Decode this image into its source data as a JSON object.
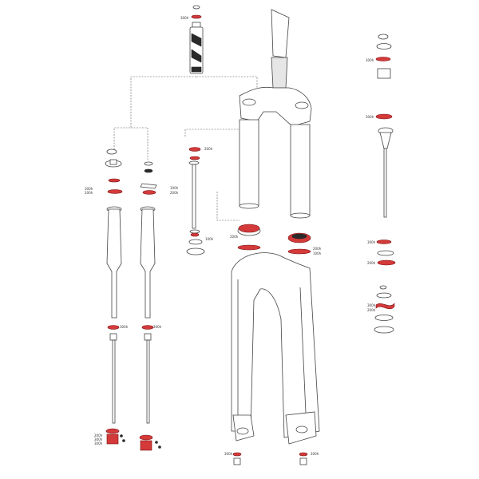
{
  "colors": {
    "seal_red": "#d43a3a",
    "outline": "#444444",
    "background": "#ffffff"
  },
  "labels": {
    "l01": "300h",
    "l02": "300h",
    "l03": "300h",
    "l04": "200h",
    "l05": "300h",
    "l06": "200h",
    "l07": "100h",
    "l08": "200h",
    "l09": "100h",
    "l10": "200h",
    "l11": "300h",
    "l12": "200h",
    "l13": "200h",
    "l14": "100h",
    "l15": "300h",
    "l16": "200h",
    "l17": "300h",
    "l18": "300h",
    "l19": "200h",
    "l20": "300h",
    "l21": "300h",
    "l22": "300h",
    "l23": "200h"
  }
}
